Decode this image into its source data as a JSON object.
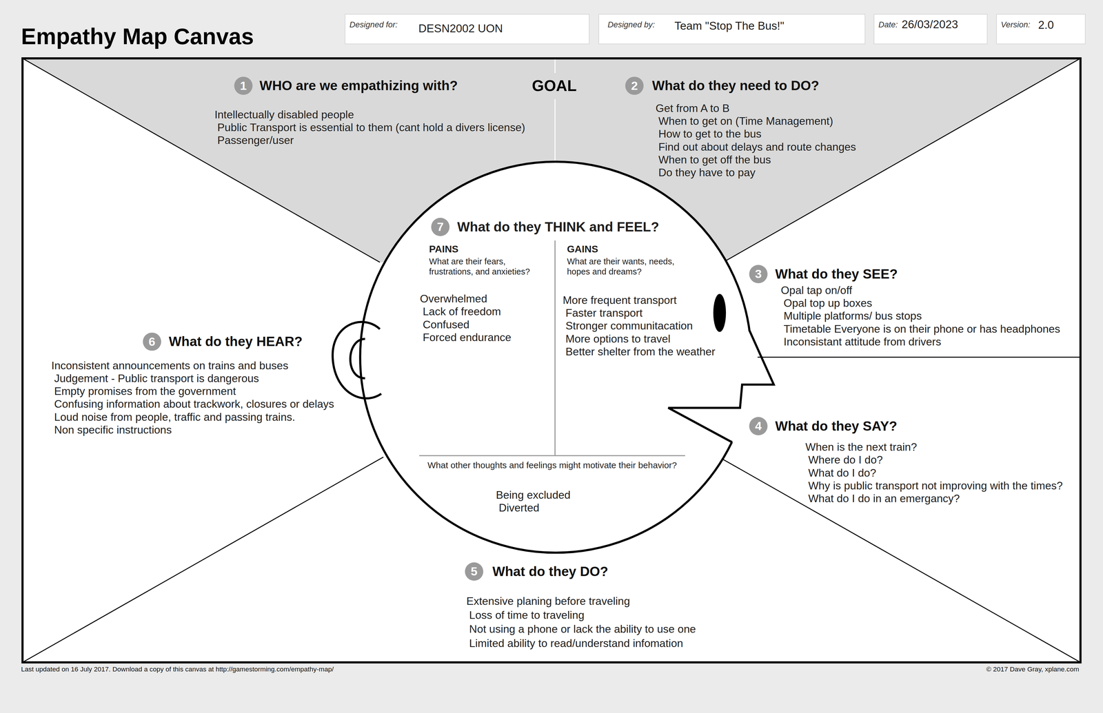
{
  "diagram": {
    "title": "Empathy Map Canvas",
    "nodes": [
      {
        "text": [
          "Designed for:",
          "DESN2002 UON"
        ]
      },
      {
        "text": [
          "Designed by:",
          "Team \"Stop The Bus!\""
        ]
      },
      {
        "text": [
          "Date:",
          "26/03/2023"
        ]
      },
      {
        "text": [
          "Version:",
          "2.0"
        ]
      },
      {
        "text": [
          "GOAL"
        ]
      },
      {
        "text": [
          "WHO are we empathizing with?",
          "Intellectually disabled people",
          "Public Transport is essential to them (cant hold a divers license)",
          "Passenger/user"
        ],
        "in": 4
      },
      {
        "text": [
          "What do they need to DO?",
          "Get from A to B",
          "When to get on (Time Management)",
          "How to get to the bus",
          "Find out about delays and route changes",
          "When to get off the bus",
          "Do they have to pay"
        ],
        "in": 4
      },
      {
        "text": [
          "What do they THINK and FEEL?",
          "PAINS",
          "What are their fears, frustrations, and anxieties?",
          "Overwhelmed",
          "Lack of freedom",
          "Confused",
          "Forced endurance",
          "GAINS",
          "What are their wants, needs, hopes and dreams?",
          "More frequent transport",
          "Faster transport",
          "Stronger communitacation",
          "More options to travel",
          "Better shelter from the weather",
          "What other thoughts and feelings might motivate their behavior?",
          "Being excluded",
          "Diverted"
        ],
        "in": 4
      },
      {
        "text": [
          "What do they SEE?",
          "Opal tap on/off",
          "Opal top up boxes",
          "Multiple platforms/ bus stops",
          "Timetable Everyone is on their phone or has headphones",
          "Inconsistant attitude from drivers"
        ],
        "in": 4
      },
      {
        "text": [
          "What do they SAY?",
          "When is the next train?",
          "Where do I do?",
          "What do I do?",
          "Why is public transport not improving with the times?",
          "What do I do in an emergancy?"
        ],
        "in": 4
      },
      {
        "text": [
          "What do they DO?",
          "Extensive planing before traveling",
          "Loss of time to traveling",
          "Not using a phone or lack the ability to use one",
          "Limited ability to read/understand infomation"
        ],
        "in": 4
      },
      {
        "text": [
          "What do they HEAR?",
          "Inconsistent announcements on trains and buses",
          "Judgement - Public transport is dangerous",
          "Empty promises from the government",
          "Confusing information about trackwork, closures or delays",
          "Loud noise from people, traffic and passing trains.",
          "Non specific instructions"
        ],
        "in": 4
      }
    ],
    "labels": [
      "1",
      "2",
      "3",
      "4",
      "5",
      "6",
      "7",
      "Last updated on 16 July 2017. Download a copy of this canvas at http://gamestorming.com/empathy-map/",
      "© 2017 Dave Gray, xplane.com"
    ]
  }
}
